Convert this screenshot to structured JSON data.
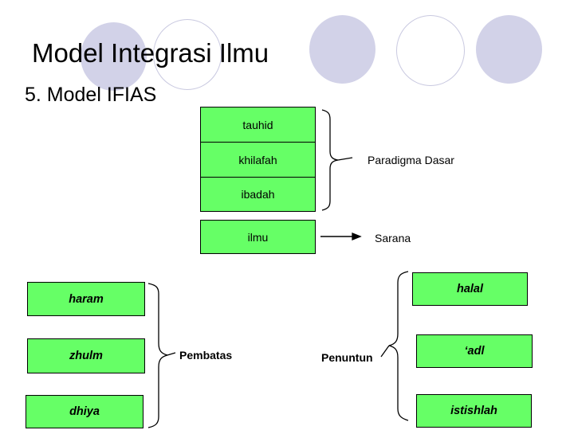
{
  "slide": {
    "title": "Model Integrasi Ilmu",
    "subtitle": "5. Model IFIAS",
    "background_color": "#ffffff",
    "box_fill_color": "#66ff66",
    "box_border_color": "#000000",
    "decor_color": "#d2d2e8"
  },
  "decor": {
    "circles": [
      {
        "name": "circle-1",
        "style": "filled"
      },
      {
        "name": "circle-2",
        "style": "outline"
      },
      {
        "name": "circle-3",
        "style": "filled"
      },
      {
        "name": "circle-4",
        "style": "outline"
      },
      {
        "name": "circle-5",
        "style": "filled"
      }
    ]
  },
  "diagram": {
    "paradigma_stack": {
      "items": [
        {
          "label": "tauhid"
        },
        {
          "label": "khilafah"
        },
        {
          "label": "ibadah"
        }
      ],
      "brace_label": "Paradigma Dasar"
    },
    "sarana_row": {
      "box_label": "ilmu",
      "arrow_label": "Sarana"
    },
    "pembatas_group": {
      "items": [
        {
          "label": "haram"
        },
        {
          "label": "zhulm"
        },
        {
          "label": "dhiya"
        }
      ],
      "brace_label": "Pembatas"
    },
    "penuntun_group": {
      "items": [
        {
          "label": "halal"
        },
        {
          "label": "‘adl"
        },
        {
          "label": "istishlah"
        }
      ],
      "brace_label": "Penuntun"
    }
  }
}
